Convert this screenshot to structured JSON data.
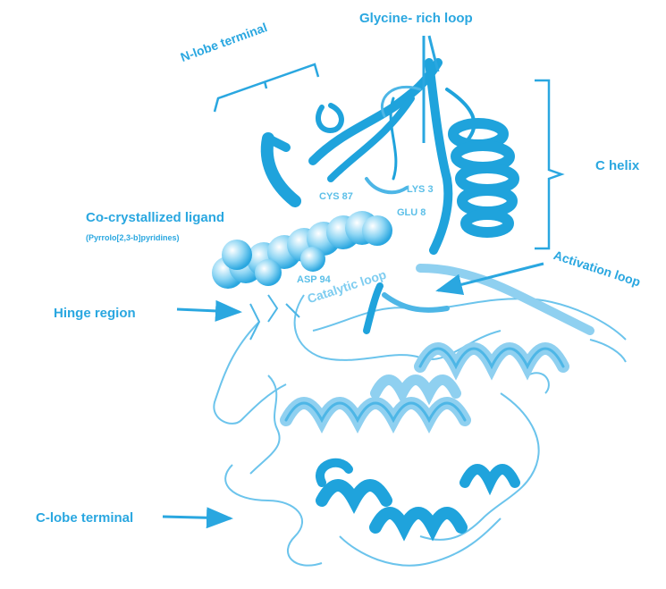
{
  "labels": {
    "glycine_rich_loop": "Glycine- rich loop",
    "n_lobe_terminal": "N-lobe terminal",
    "c_helix": "C helix",
    "co_crystallized_ligand": "Co-crystallized ligand",
    "ligand_name": "(Pyrrolo[2,3-b]pyridines)",
    "activation_loop": "Activation loop",
    "hinge_region": "Hinge region",
    "catalytic_loop": "Catalytic loop",
    "c_lobe_terminal": "C-lobe terminal"
  },
  "residues": {
    "cys": "CYS 87",
    "lys": "LYS 3",
    "glu": "GLU 8",
    "asp": "ASP 94"
  },
  "colors": {
    "label": "#2aa7e0",
    "ribbon_dark": "#1fa3dc",
    "ribbon_light": "#8fd0f0",
    "ribbon_mid": "#4db6e6"
  }
}
